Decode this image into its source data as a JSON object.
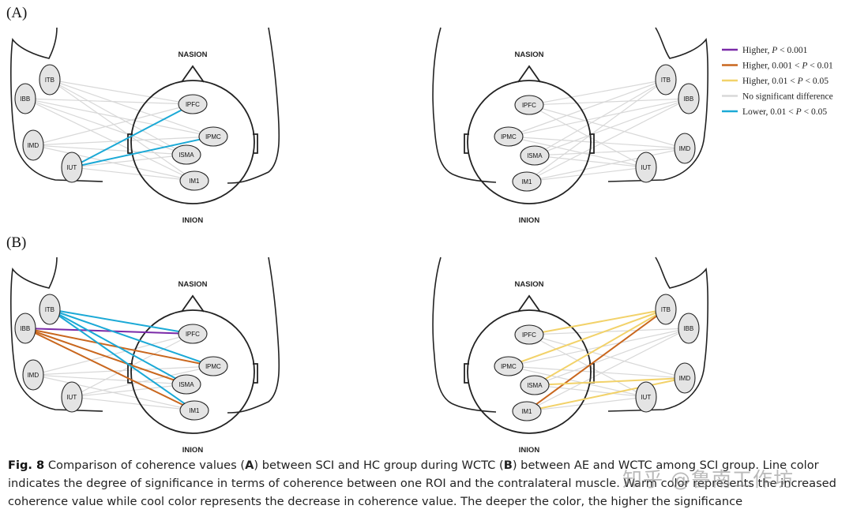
{
  "panel_labels": {
    "a": "(A)",
    "b": "(B)"
  },
  "head_labels": {
    "nasion": "NASION",
    "inion": "INION"
  },
  "roi_labels": {
    "PFC": "PFC",
    "PMC": "PMC",
    "SMA": "SMA",
    "M1": "M1"
  },
  "muscle_labels": {
    "TB": "TB",
    "BB": "BB",
    "MD": "MD",
    "UT": "UT"
  },
  "node_prefix": "l",
  "colors": {
    "no_difference": "#d8d8d8",
    "higher_p0001": "#7a2aa8",
    "higher_p001": "#c9671e",
    "higher_p005": "#f2d26a",
    "lower_p005": "#1ba9d6"
  },
  "legend": [
    {
      "key": "higher_p0001",
      "text_pre": "Higher, ",
      "p": "P",
      "text_post": " < 0.001"
    },
    {
      "key": "higher_p001",
      "text_pre": "Higher, 0.001 < ",
      "p": "P",
      "text_post": " < 0.01"
    },
    {
      "key": "higher_p005",
      "text_pre": "Higher, 0.01 < ",
      "p": "P",
      "text_post": " < 0.05"
    },
    {
      "key": "no_difference",
      "text_pre": "No significant difference",
      "p": "",
      "text_post": ""
    },
    {
      "key": "lower_p005",
      "text_pre": "Lower, 0.01 < ",
      "p": "P",
      "text_post": " < 0.05"
    }
  ],
  "diagrams": [
    {
      "panel": "A-left",
      "significant": [
        {
          "from": "UT",
          "to": "PFC",
          "level": "lower_p005"
        },
        {
          "from": "UT",
          "to": "PMC",
          "level": "lower_p005"
        }
      ]
    },
    {
      "panel": "A-right",
      "significant": []
    },
    {
      "panel": "B-left",
      "significant": [
        {
          "from": "BB",
          "to": "PFC",
          "level": "higher_p0001"
        },
        {
          "from": "BB",
          "to": "PMC",
          "level": "higher_p001"
        },
        {
          "from": "BB",
          "to": "SMA",
          "level": "higher_p001"
        },
        {
          "from": "BB",
          "to": "M1",
          "level": "higher_p001"
        },
        {
          "from": "TB",
          "to": "PFC",
          "level": "lower_p005"
        },
        {
          "from": "TB",
          "to": "PMC",
          "level": "lower_p005"
        },
        {
          "from": "TB",
          "to": "SMA",
          "level": "lower_p005"
        },
        {
          "from": "TB",
          "to": "M1",
          "level": "lower_p005"
        }
      ]
    },
    {
      "panel": "B-right",
      "significant": [
        {
          "from": "TB",
          "to": "PFC",
          "level": "higher_p005"
        },
        {
          "from": "TB",
          "to": "PMC",
          "level": "higher_p005"
        },
        {
          "from": "TB",
          "to": "SMA",
          "level": "higher_p005"
        },
        {
          "from": "TB",
          "to": "M1",
          "level": "higher_p001"
        },
        {
          "from": "MD",
          "to": "SMA",
          "level": "higher_p005"
        },
        {
          "from": "MD",
          "to": "M1",
          "level": "higher_p005"
        }
      ]
    }
  ],
  "caption": {
    "fig_label": "Fig. 8",
    "t1": "  Comparison of coherence values (",
    "b1": "A",
    "t2": ") between SCI and HC group during WCTC (",
    "b2": "B",
    "t3": ") between AE and WCTC among SCI group. Line color indicates the degree of significance in terms of coherence between one ROI and the contralateral muscle. Warm color represents the increased coherence value while cool color represents the decrease in coherence value. The deeper the color, the higher the significance"
  },
  "watermark": "知乎 @鲁南工作坊"
}
